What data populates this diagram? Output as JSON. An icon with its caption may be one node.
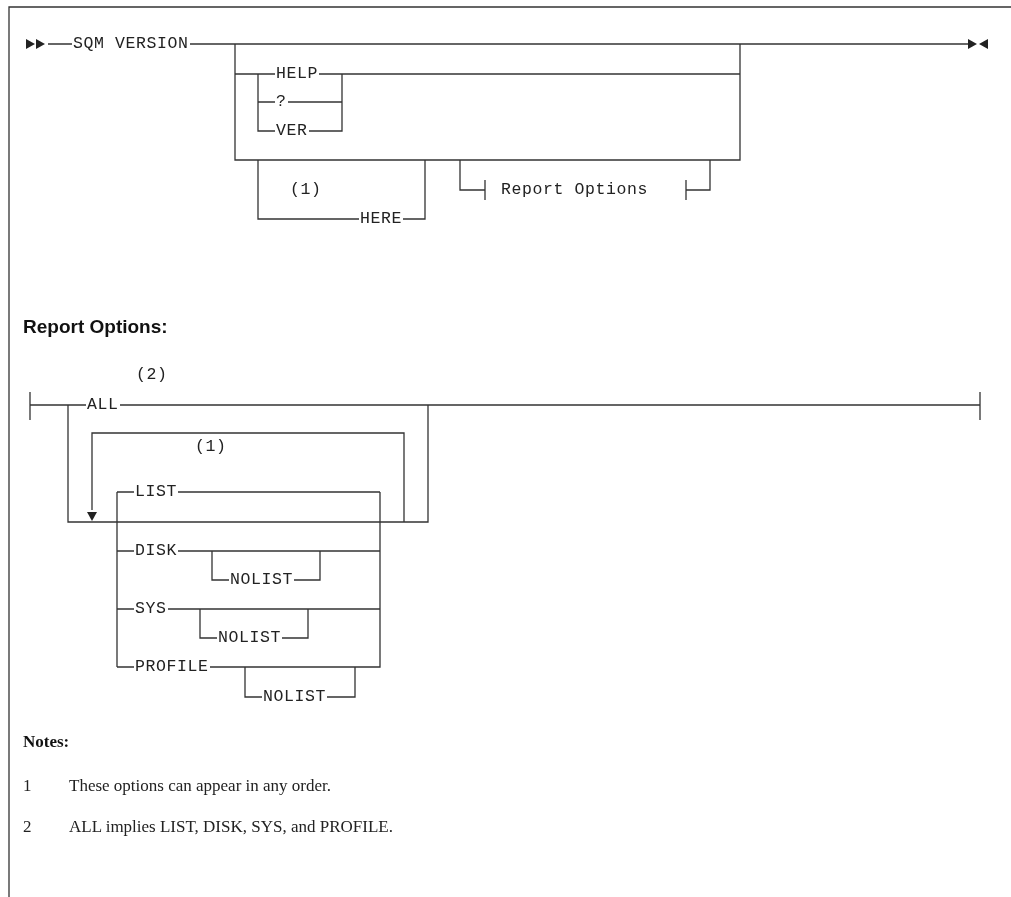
{
  "diagram": {
    "labels": [
      "SQM VERSION",
      "HELP",
      "?",
      "VER",
      "(1)",
      "HERE",
      "Report Options",
      "Report Options:",
      "(2)",
      "ALL",
      "(1)",
      "LIST",
      "DISK",
      "NOLIST",
      "SYS",
      "NOLIST",
      "PROFILE",
      "NOLIST",
      "Notes:",
      "1",
      "These options can appear in any order.",
      "2",
      "ALL implies LIST, DISK, SYS, and PROFILE."
    ]
  }
}
